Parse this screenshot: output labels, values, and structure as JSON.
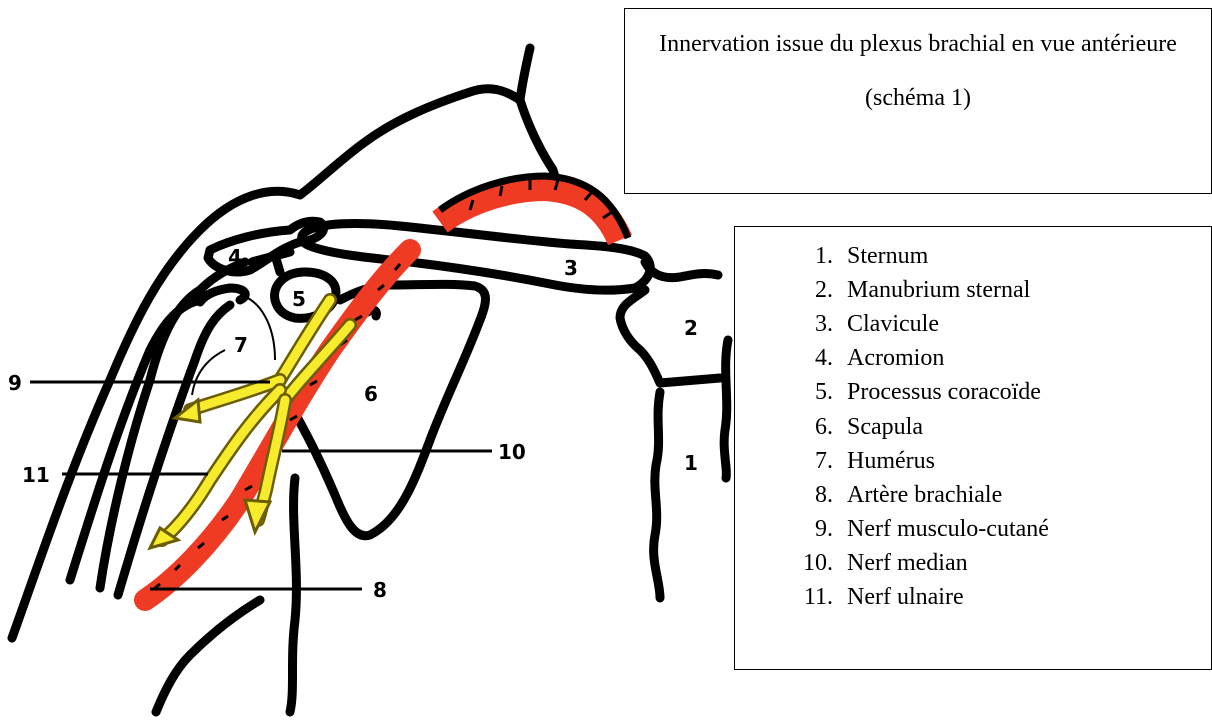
{
  "title": {
    "line1": "Innervation issue du plexus brachial en vue antérieure",
    "line2": "(schéma 1)"
  },
  "legend": [
    {
      "num": "1.",
      "text": "Sternum"
    },
    {
      "num": "2.",
      "text": "Manubrium sternal"
    },
    {
      "num": "3.",
      "text": "Clavicule"
    },
    {
      "num": "4.",
      "text": "Acromion"
    },
    {
      "num": "5.",
      "text": "Processus coracoïde"
    },
    {
      "num": "6.",
      "text": "Scapula"
    },
    {
      "num": "7.",
      "text": "Humérus"
    },
    {
      "num": "8.",
      "text": "Artère brachiale"
    },
    {
      "num": "9.",
      "text": "Nerf musculo-cutané"
    },
    {
      "num": "10.",
      "text": "Nerf median"
    },
    {
      "num": "11.",
      "text": "Nerf ulnaire"
    }
  ],
  "labels": {
    "sternum": "1",
    "manubrium": "2",
    "clavicle": "3",
    "acromion": "4",
    "coracoid": "5",
    "scapula": "6",
    "humerus": "7",
    "artery": "8",
    "musculocutaneous": "9",
    "median": "10",
    "ulnar": "11"
  },
  "colors": {
    "outline": "#000000",
    "artery": "#ef3b24",
    "nerve": "#f7ec2c",
    "nerve_outline": "#8a7d10"
  }
}
